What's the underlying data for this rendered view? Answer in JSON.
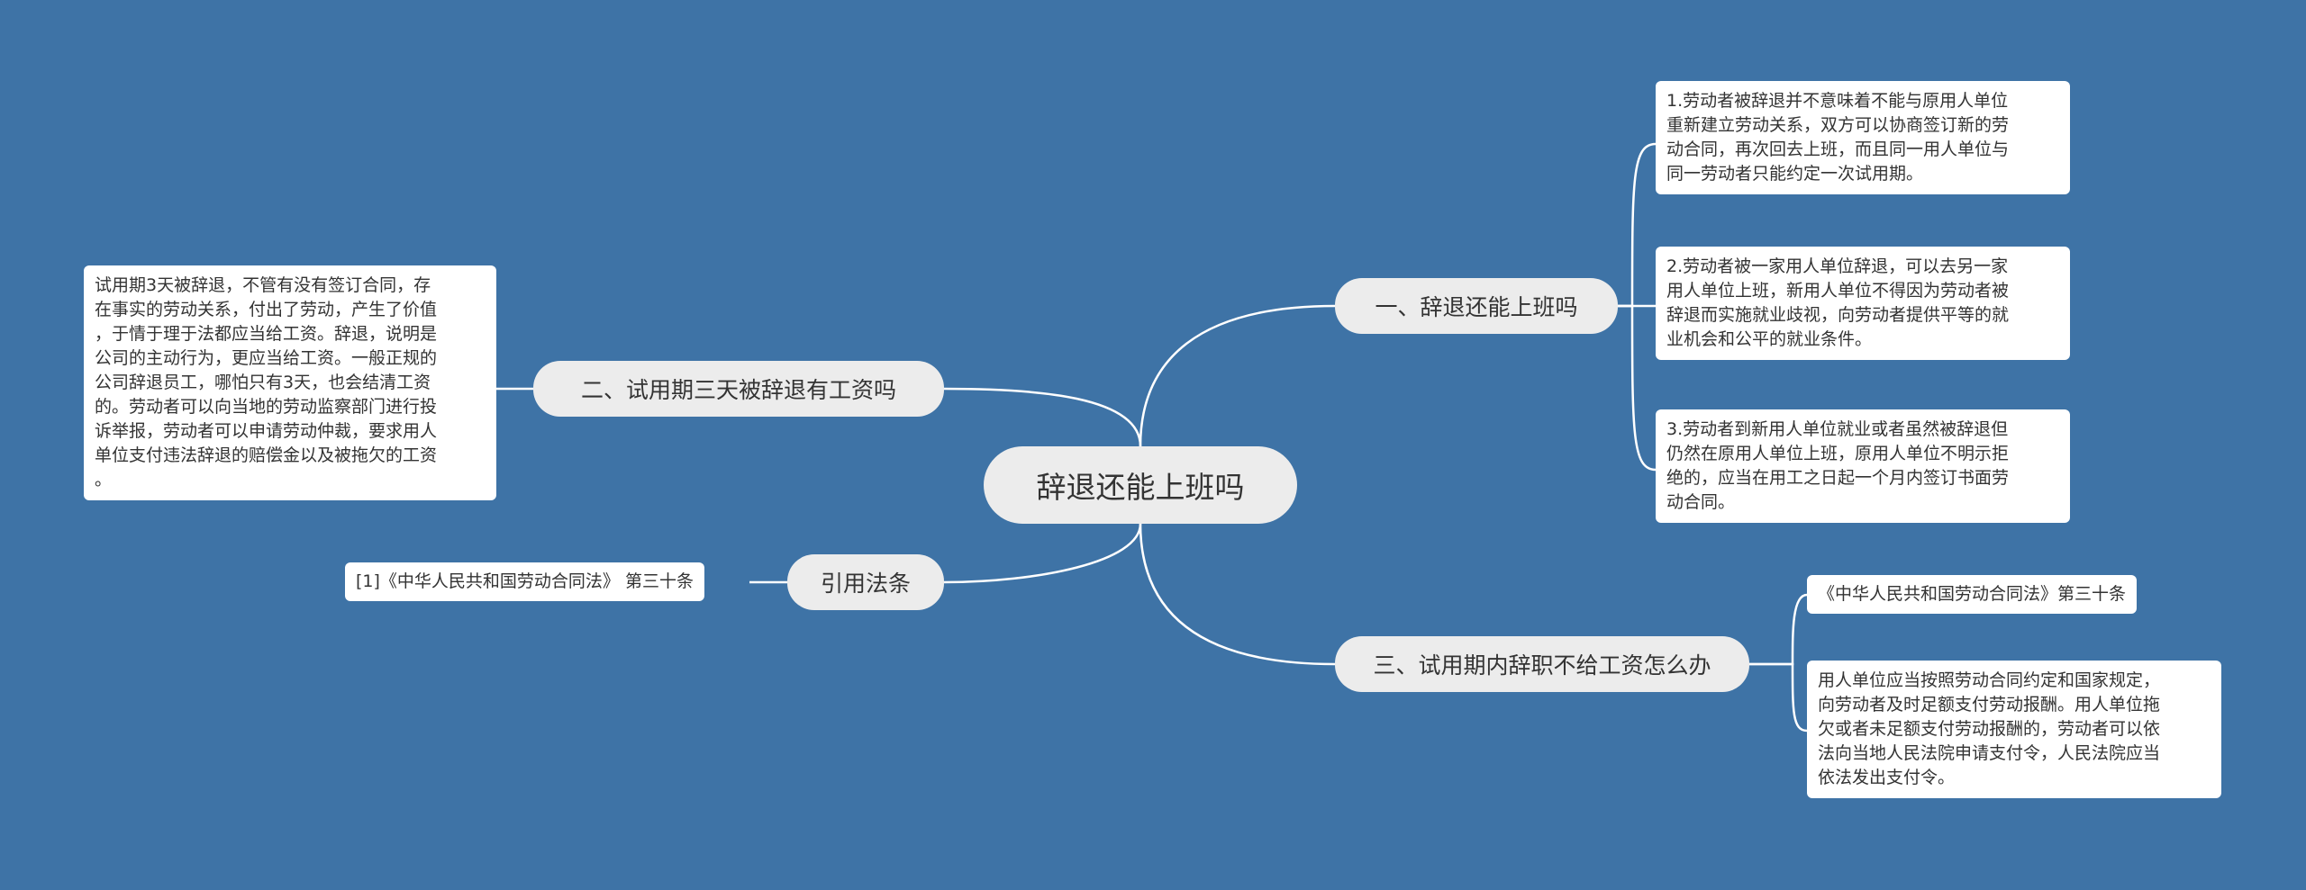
{
  "root": {
    "label": "辞退还能上班吗"
  },
  "branches": [
    {
      "label": "一、辞退还能上班吗",
      "children": [
        "1.劳动者被辞退并不意味着不能与原用人单位\n重新建立劳动关系，双方可以协商签订新的劳\n动合同，再次回去上班，而且同一用人单位与\n同一劳动者只能约定一次试用期。",
        "2.劳动者被一家用人单位辞退，可以去另一家\n用人单位上班，新用人单位不得因为劳动者被\n辞退而实施就业歧视，向劳动者提供平等的就\n业机会和公平的就业条件。",
        "3.劳动者到新用人单位就业或者虽然被辞退但\n仍然在原用人单位上班，原用人单位不明示拒\n绝的，应当在用工之日起一个月内签订书面劳\n动合同。"
      ]
    },
    {
      "label": "二、试用期三天被辞退有工资吗",
      "children": [
        "试用期3天被辞退，不管有没有签订合同，存\n在事实的劳动关系，付出了劳动，产生了价值\n，于情于理于法都应当给工资。辞退，说明是\n公司的主动行为，更应当给工资。一般正规的\n公司辞退员工，哪怕只有3天，也会结清工资\n的。劳动者可以向当地的劳动监察部门进行投\n诉举报，劳动者可以申请劳动仲裁，要求用人\n单位支付违法辞退的赔偿金以及被拖欠的工资\n。"
      ]
    },
    {
      "label": "三、试用期内辞职不给工资怎么办",
      "children": [
        "《中华人民共和国劳动合同法》第三十条",
        "用人单位应当按照劳动合同约定和国家规定，\n向劳动者及时足额支付劳动报酬。用人单位拖\n欠或者未足额支付劳动报酬的，劳动者可以依\n法向当地人民法院申请支付令，人民法院应当\n依法发出支付令。"
      ]
    },
    {
      "label": "引用法条",
      "children": [
        "[1]《中华人民共和国劳动合同法》 第三十条"
      ]
    }
  ],
  "colors": {
    "background": "#3e73a6",
    "node": "#ececec",
    "leaf": "#ffffff",
    "line": "#ffffff"
  }
}
